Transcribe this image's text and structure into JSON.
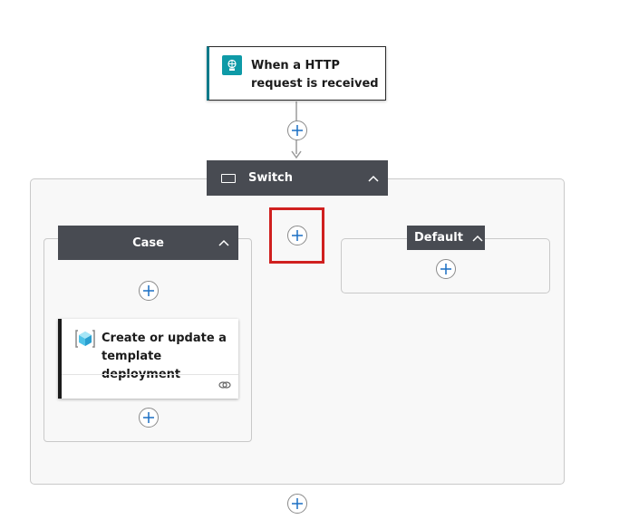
{
  "trigger": {
    "title": "When a HTTP request is received",
    "icon": "http-request-icon",
    "accent": "#0e9aa7"
  },
  "switch": {
    "title": "Switch",
    "icon": "switch-icon"
  },
  "case": {
    "title": "Case",
    "action": {
      "title": "Create or update a template deployment",
      "icon": "template-deployment-icon"
    }
  },
  "default": {
    "title": "Default"
  },
  "colors": {
    "header_bg": "#484b52",
    "add_plus": "#1a6fc4",
    "highlight": "#d0201f"
  }
}
